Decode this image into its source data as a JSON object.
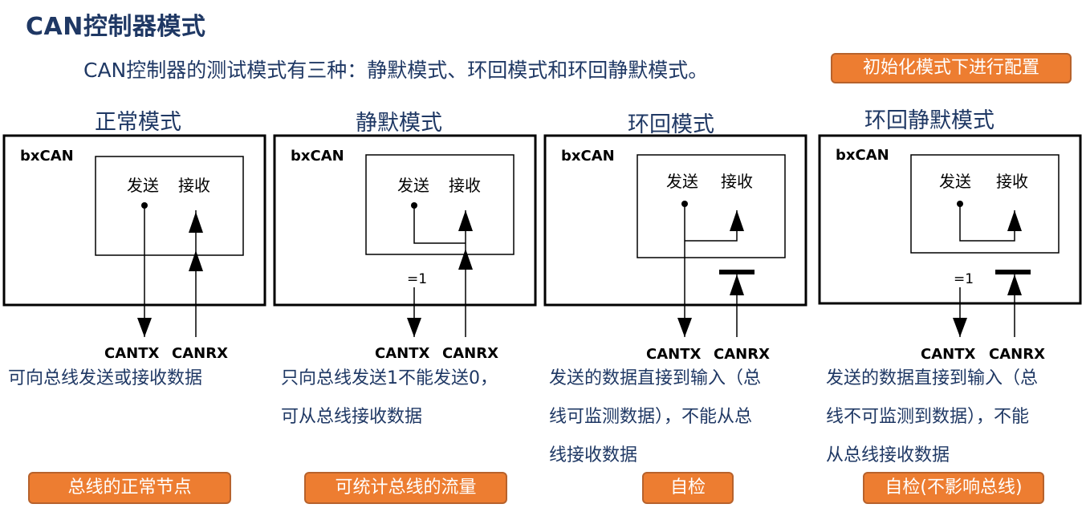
{
  "title": "CAN控制器模式",
  "subtitle": "CAN控制器的测试模式有三种：静默模式、环回模式和环回静默模式。",
  "config_badge": "初始化模式下进行配置",
  "modes": [
    {
      "name": "正常模式",
      "box_label": "bxCAN",
      "send_label": "发送",
      "recv_label": "接收",
      "tx_label": "CANTX",
      "rx_label": "CANRX",
      "eq_label": "",
      "desc_lines": [
        "可向总线发送或接收数据"
      ],
      "badge": "总线的正常节点"
    },
    {
      "name": "静默模式",
      "box_label": "bxCAN",
      "send_label": "发送",
      "recv_label": "接收",
      "tx_label": "CANTX",
      "rx_label": "CANRX",
      "eq_label": "=1",
      "desc_lines": [
        "只向总线发送1不能发送0，",
        "可从总线接收数据"
      ],
      "badge": "可统计总线的流量"
    },
    {
      "name": "环回模式",
      "box_label": "bxCAN",
      "send_label": "发送",
      "recv_label": "接收",
      "tx_label": "CANTX",
      "rx_label": "CANRX",
      "eq_label": "",
      "desc_lines": [
        "发送的数据直接到输入（总",
        "线可监测数据），不能从总",
        "线接收数据"
      ],
      "badge": "自检"
    },
    {
      "name": "环回静默模式",
      "box_label": "bxCAN",
      "send_label": "发送",
      "recv_label": "接收",
      "tx_label": "CANTX",
      "rx_label": "CANRX",
      "eq_label": "=1",
      "desc_lines": [
        "发送的数据直接到输入（总",
        "线不可监测到数据），不能",
        "从总线接收数据"
      ],
      "badge": "自检(不影响总线)"
    }
  ]
}
